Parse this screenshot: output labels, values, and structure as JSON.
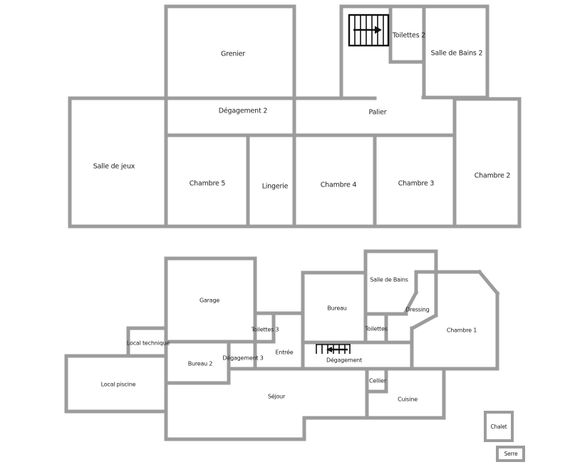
{
  "diagram_type": "floor-plan",
  "upper_floor": {
    "grenier": "Grenier",
    "toilettes_2": "Toilettes 2",
    "salle_de_bains_2": "Salle de Bains 2",
    "degagement_2": "Dégagement 2",
    "palier": "Palier",
    "salle_de_jeux": "Salle de jeux",
    "chambre_5": "Chambre 5",
    "lingerie": "Lingerie",
    "chambre_4": "Chambre 4",
    "chambre_3": "Chambre 3",
    "chambre_2": "Chambre 2"
  },
  "ground_floor": {
    "garage": "Garage",
    "local_technique": "Local technique",
    "local_piscine": "Local piscine",
    "bureau_2": "Bureau 2",
    "degagement_3": "Dégagement 3",
    "toilettes_3": "Toilettes 3",
    "entree": "Entrée",
    "bureau": "Bureau",
    "salle_de_bains": "Salle de Bains",
    "toilettes": "Toilettes",
    "dressing": "Dressing",
    "chambre_1": "Chambre 1",
    "degagement": "Dégagement",
    "cellier": "Cellier",
    "cuisine": "Cuisine",
    "sejour": "Séjour"
  },
  "outbuildings": {
    "chalet": "Chalet",
    "serre": "Serre"
  },
  "icons": {
    "upper_stairs": "stairs-arrow-right-icon",
    "ground_stairs": "stairs-arrow-left-icon"
  },
  "colors": {
    "wall": "#9c9c9c",
    "label": "#222222",
    "stairs": "#111111",
    "background": "#ffffff"
  }
}
